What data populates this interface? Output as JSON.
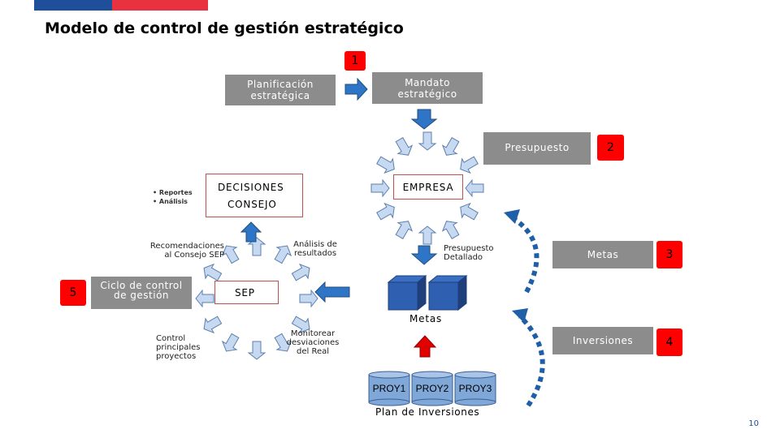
{
  "slide": {
    "title": "Modelo de control de gestión estratégico",
    "page_number": "10"
  },
  "top": {
    "badge1": "1",
    "planificacion": "Planificación estratégica",
    "mandato": "Mandato estratégico"
  },
  "right": {
    "presupuesto": "Presupuesto",
    "badge2": "2",
    "metas": "Metas",
    "badge3": "3",
    "inversiones": "Inversiones",
    "badge4": "4"
  },
  "middle": {
    "empresa": "EMPRESA",
    "presupuesto_detallado": "Presupuesto Detallado",
    "metas_label": "Metas",
    "sep": "SEP",
    "proy1": "PROY1",
    "proy2": "PROY2",
    "proy3": "PROY3",
    "plan_inversiones": "Plan de Inversiones",
    "monitorear": "Monitorear desviaciones del Real"
  },
  "left": {
    "bullets": [
      "Reportes",
      "Análisis"
    ],
    "decisiones": "DECISIONES",
    "consejo": "CONSEJO",
    "recomendaciones": "Recomendaciones al Consejo SEP",
    "analisis_resultados": "Análisis de resultados",
    "badge5": "5",
    "ciclo": "Ciclo de control de gestión",
    "control": "Control principales proyectos"
  },
  "colors": {
    "gray_box": "#8c8c8c",
    "badge_red": "#ff0000",
    "arrow_blue": "#2e75c8",
    "cycle_blue": "#c6d9f1",
    "dash_blue": "#1f5fa8",
    "box_border": "#c0504d",
    "red_arrow": "#e00000"
  }
}
